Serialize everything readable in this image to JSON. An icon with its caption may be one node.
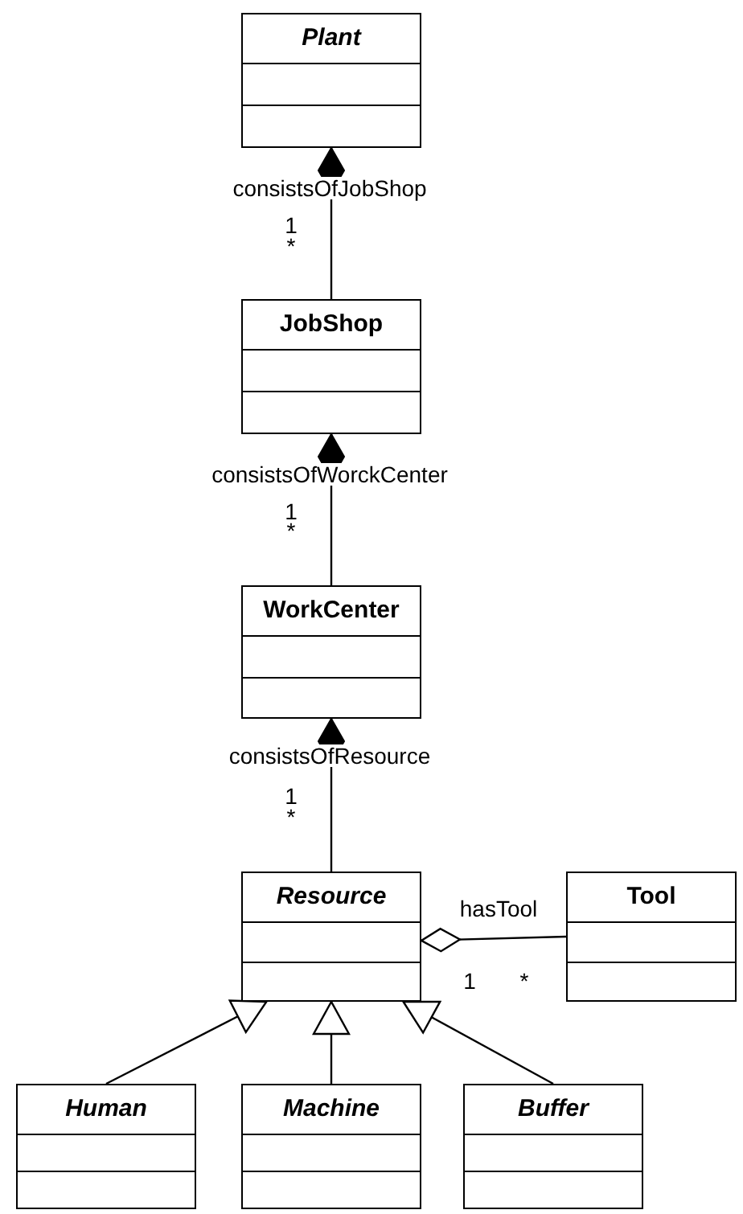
{
  "diagram": {
    "nodes": [
      {
        "text": [
          "Plant"
        ]
      },
      {
        "text": [
          "JobShop"
        ]
      },
      {
        "text": [
          "WorkCenter"
        ]
      },
      {
        "text": [
          "Resource"
        ]
      },
      {
        "text": [
          "Tool"
        ]
      },
      {
        "text": [
          "Human"
        ]
      },
      {
        "text": [
          "Machine"
        ]
      },
      {
        "text": [
          "Buffer"
        ]
      }
    ],
    "edges": [
      {
        "from": 1,
        "to": 0,
        "arrow": "other",
        "label": "consistsOfJobShop"
      },
      {
        "from": 2,
        "to": 1,
        "arrow": "other",
        "label": "consistsOfWorckCenter"
      },
      {
        "from": 3,
        "to": 2,
        "arrow": "other",
        "label": "consistsOfResource"
      },
      {
        "from": 4,
        "to": 3,
        "arrow": "other",
        "label": "hasTool"
      },
      {
        "from": 5,
        "to": 3,
        "arrow": "to"
      },
      {
        "from": 6,
        "to": 3,
        "arrow": "to"
      },
      {
        "from": 7,
        "to": 3,
        "arrow": "to"
      }
    ],
    "labels": [
      "1",
      "*",
      "1",
      "*",
      "1",
      "*",
      "1",
      "*"
    ]
  }
}
